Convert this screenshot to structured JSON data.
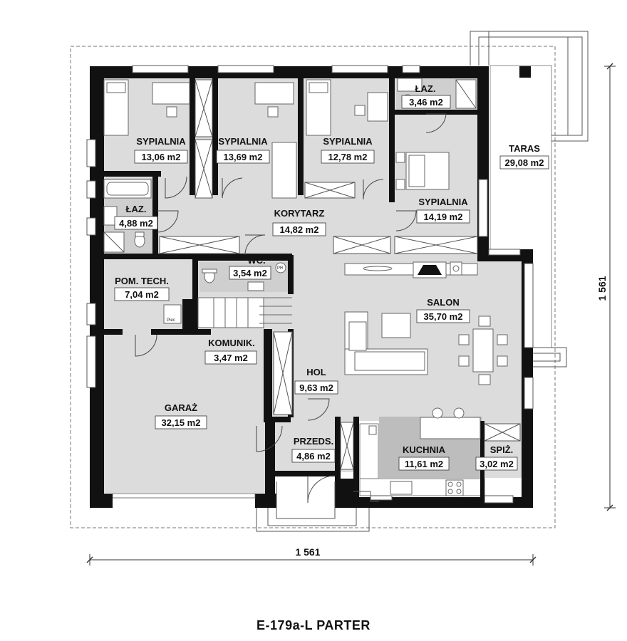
{
  "plan": {
    "title": "E-179a-L PARTER",
    "dim_horizontal": "1 561",
    "dim_vertical": "1 561"
  },
  "rooms": {
    "sypialnia1": {
      "name": "SYPIALNIA",
      "area": "13,06 m2"
    },
    "sypialnia2": {
      "name": "SYPIALNIA",
      "area": "13,69 m2"
    },
    "sypialnia3": {
      "name": "SYPIALNIA",
      "area": "12,78 m2"
    },
    "sypialnia4": {
      "name": "SYPIALNIA",
      "area": "14,19 m2"
    },
    "laz1": {
      "name": "ŁAZ.",
      "area": "3,46 m2"
    },
    "laz2": {
      "name": "ŁAZ.",
      "area": "4,88 m2"
    },
    "taras": {
      "name": "TARAS",
      "area": "29,08 m2"
    },
    "korytarz": {
      "name": "KORYTARZ",
      "area": "14,82 m2"
    },
    "wc": {
      "name": "WC.",
      "area": "3,54 m2"
    },
    "pomtech": {
      "name": "POM. TECH.",
      "area": "7,04 m2"
    },
    "komunik": {
      "name": "KOMUNIK.",
      "area": "3,47 m2"
    },
    "salon": {
      "name": "SALON",
      "area": "35,70 m2"
    },
    "hol": {
      "name": "HOL",
      "area": "9,63 m2"
    },
    "garaz": {
      "name": "GARAŻ",
      "area": "32,15 m2"
    },
    "przeds": {
      "name": "PRZEDS.",
      "area": "4,86 m2"
    },
    "kuchnia": {
      "name": "KUCHNIA",
      "area": "11,61 m2"
    },
    "spiz": {
      "name": "SPIŻ.",
      "area": "3,02 m2"
    }
  },
  "labels": {
    "piec": "Piec",
    "pr": "PR"
  },
  "colors": {
    "wall": "#111111",
    "floor": "#dcdcdc",
    "kitchen": "#bdbdbd",
    "bath": "#cfcfcf"
  }
}
